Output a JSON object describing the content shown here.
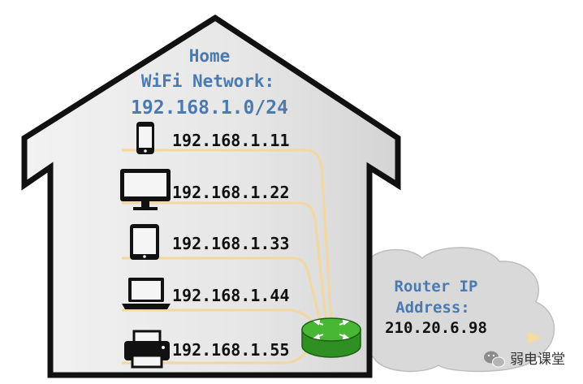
{
  "house": {
    "title_line1": "Home",
    "title_line2": "WiFi Network:",
    "subnet": "192.168.1.0/24"
  },
  "devices": [
    {
      "icon": "smartphone-icon",
      "ip": "192.168.1.11"
    },
    {
      "icon": "desktop-monitor-icon",
      "ip": "192.168.1.22"
    },
    {
      "icon": "tablet-icon",
      "ip": "192.168.1.33"
    },
    {
      "icon": "laptop-icon",
      "ip": "192.168.1.44"
    },
    {
      "icon": "printer-icon",
      "ip": "192.168.1.55"
    }
  ],
  "router": {
    "label_line1": "Router IP",
    "label_line2": "Address:",
    "public_ip": "210.20.6.98",
    "icon": "router-icon"
  },
  "watermark": {
    "text": "弱电课堂",
    "icon": "wechat-icon"
  },
  "colors": {
    "house_fill": "#e8e8e8",
    "house_stroke": "#111111",
    "title": "#4a7ab0",
    "router_green": "#3fae2a",
    "cable": "#f3d9a0",
    "cloud": "#d7d7d7",
    "uplink": "#f0a830"
  }
}
